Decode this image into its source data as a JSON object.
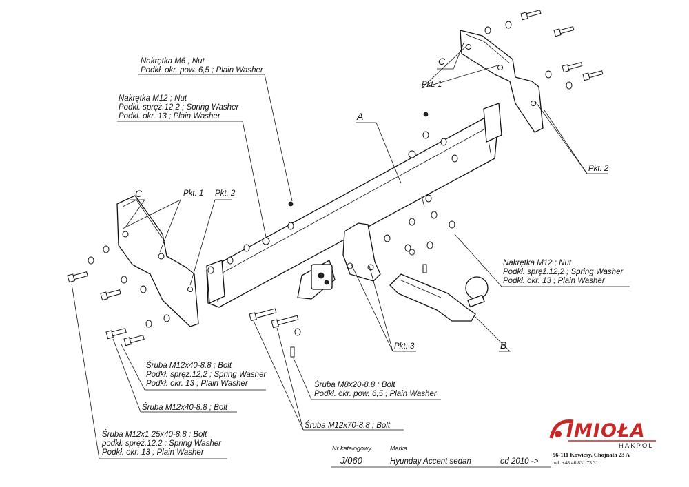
{
  "labels": {
    "nut_m6": "Nakrętka  M6 ; Nut",
    "nut_m6_washer": "Podkł. okr. pow. 6,5 ; Plain Washer",
    "nut_m12_left": "Nakrętka  M12 ; Nut",
    "nut_m12_left_spring": "Podkł. spręż.12,2 ; Spring Washer",
    "nut_m12_left_plain": "Podkł. okr. 13 ; Plain Washer",
    "nut_m12_right": "Nakrętka  M12 ; Nut",
    "nut_m12_right_spring": "Podkł. spręż.12,2 ; Spring Washer",
    "nut_m12_right_plain": "Podkł. okr. 13 ; Plain Washer",
    "bolt_m12x40_a": "Śruba M12x40-8.8 ;  Bolt",
    "bolt_m12x40_a_spring": "Podkł. spręż.12,2 ; Spring Washer",
    "bolt_m12x40_a_plain": "Podkł. okr. 13 ; Plain Washer",
    "bolt_m12x40_b": "Śruba M12x40-8.8 ;  Bolt",
    "bolt_m12x125": "Śruba M12x1,25x40-8.8 ;  Bolt",
    "bolt_m12x125_spring": "podkł. spręż.12,2 ; Spring Washer",
    "bolt_m12x125_plain": "Podkł. okr. 13 ; Plain Washer",
    "bolt_m8x20": "Śruba M8x20-8.8 ;  Bolt",
    "bolt_m8x20_washer": "Podkł. okr. pow. 6,5 ; Plain Washer",
    "bolt_m12x70": "Śruba M12x70-8.8 ;  Bolt"
  },
  "callouts": {
    "A": "A",
    "B": "B",
    "C_left": "C",
    "C_right": "C",
    "pkt1_left": "Pkt. 1",
    "pkt2_left": "Pkt. 2",
    "pkt1_right": "Pkt. 1",
    "pkt2_right": "Pkt. 2",
    "pkt3": "Pkt. 3"
  },
  "catalog": {
    "nr_label": "Nr katalogowy",
    "marka_label": "Marka",
    "number": "J/060",
    "model": "Hyunday Accent sedan",
    "year": "od  2010 ->"
  },
  "brand": {
    "logo_text": "IMIOŁA",
    "sub_text": "HAKPOL",
    "address": "96-111 Kowiesy, Chojnata 23 A",
    "phone": "tel. +48 46 831 73 31",
    "accent_color": "#c62828"
  }
}
